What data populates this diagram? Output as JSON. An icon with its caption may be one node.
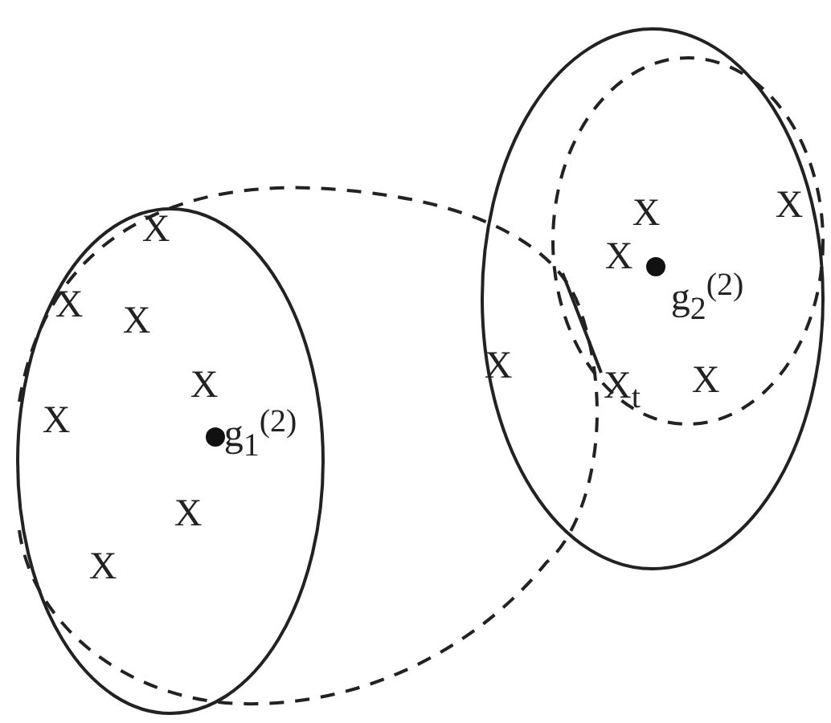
{
  "diagram": {
    "labels": [
      "X",
      "X",
      "X",
      "X",
      "g$_{2}$$^{(2)}$",
      "X",
      "X",
      "X",
      "X",
      "X$_{t}$",
      "X",
      "X",
      "g$_{1}$$^{(2)}$",
      "X",
      "X"
    ]
  }
}
